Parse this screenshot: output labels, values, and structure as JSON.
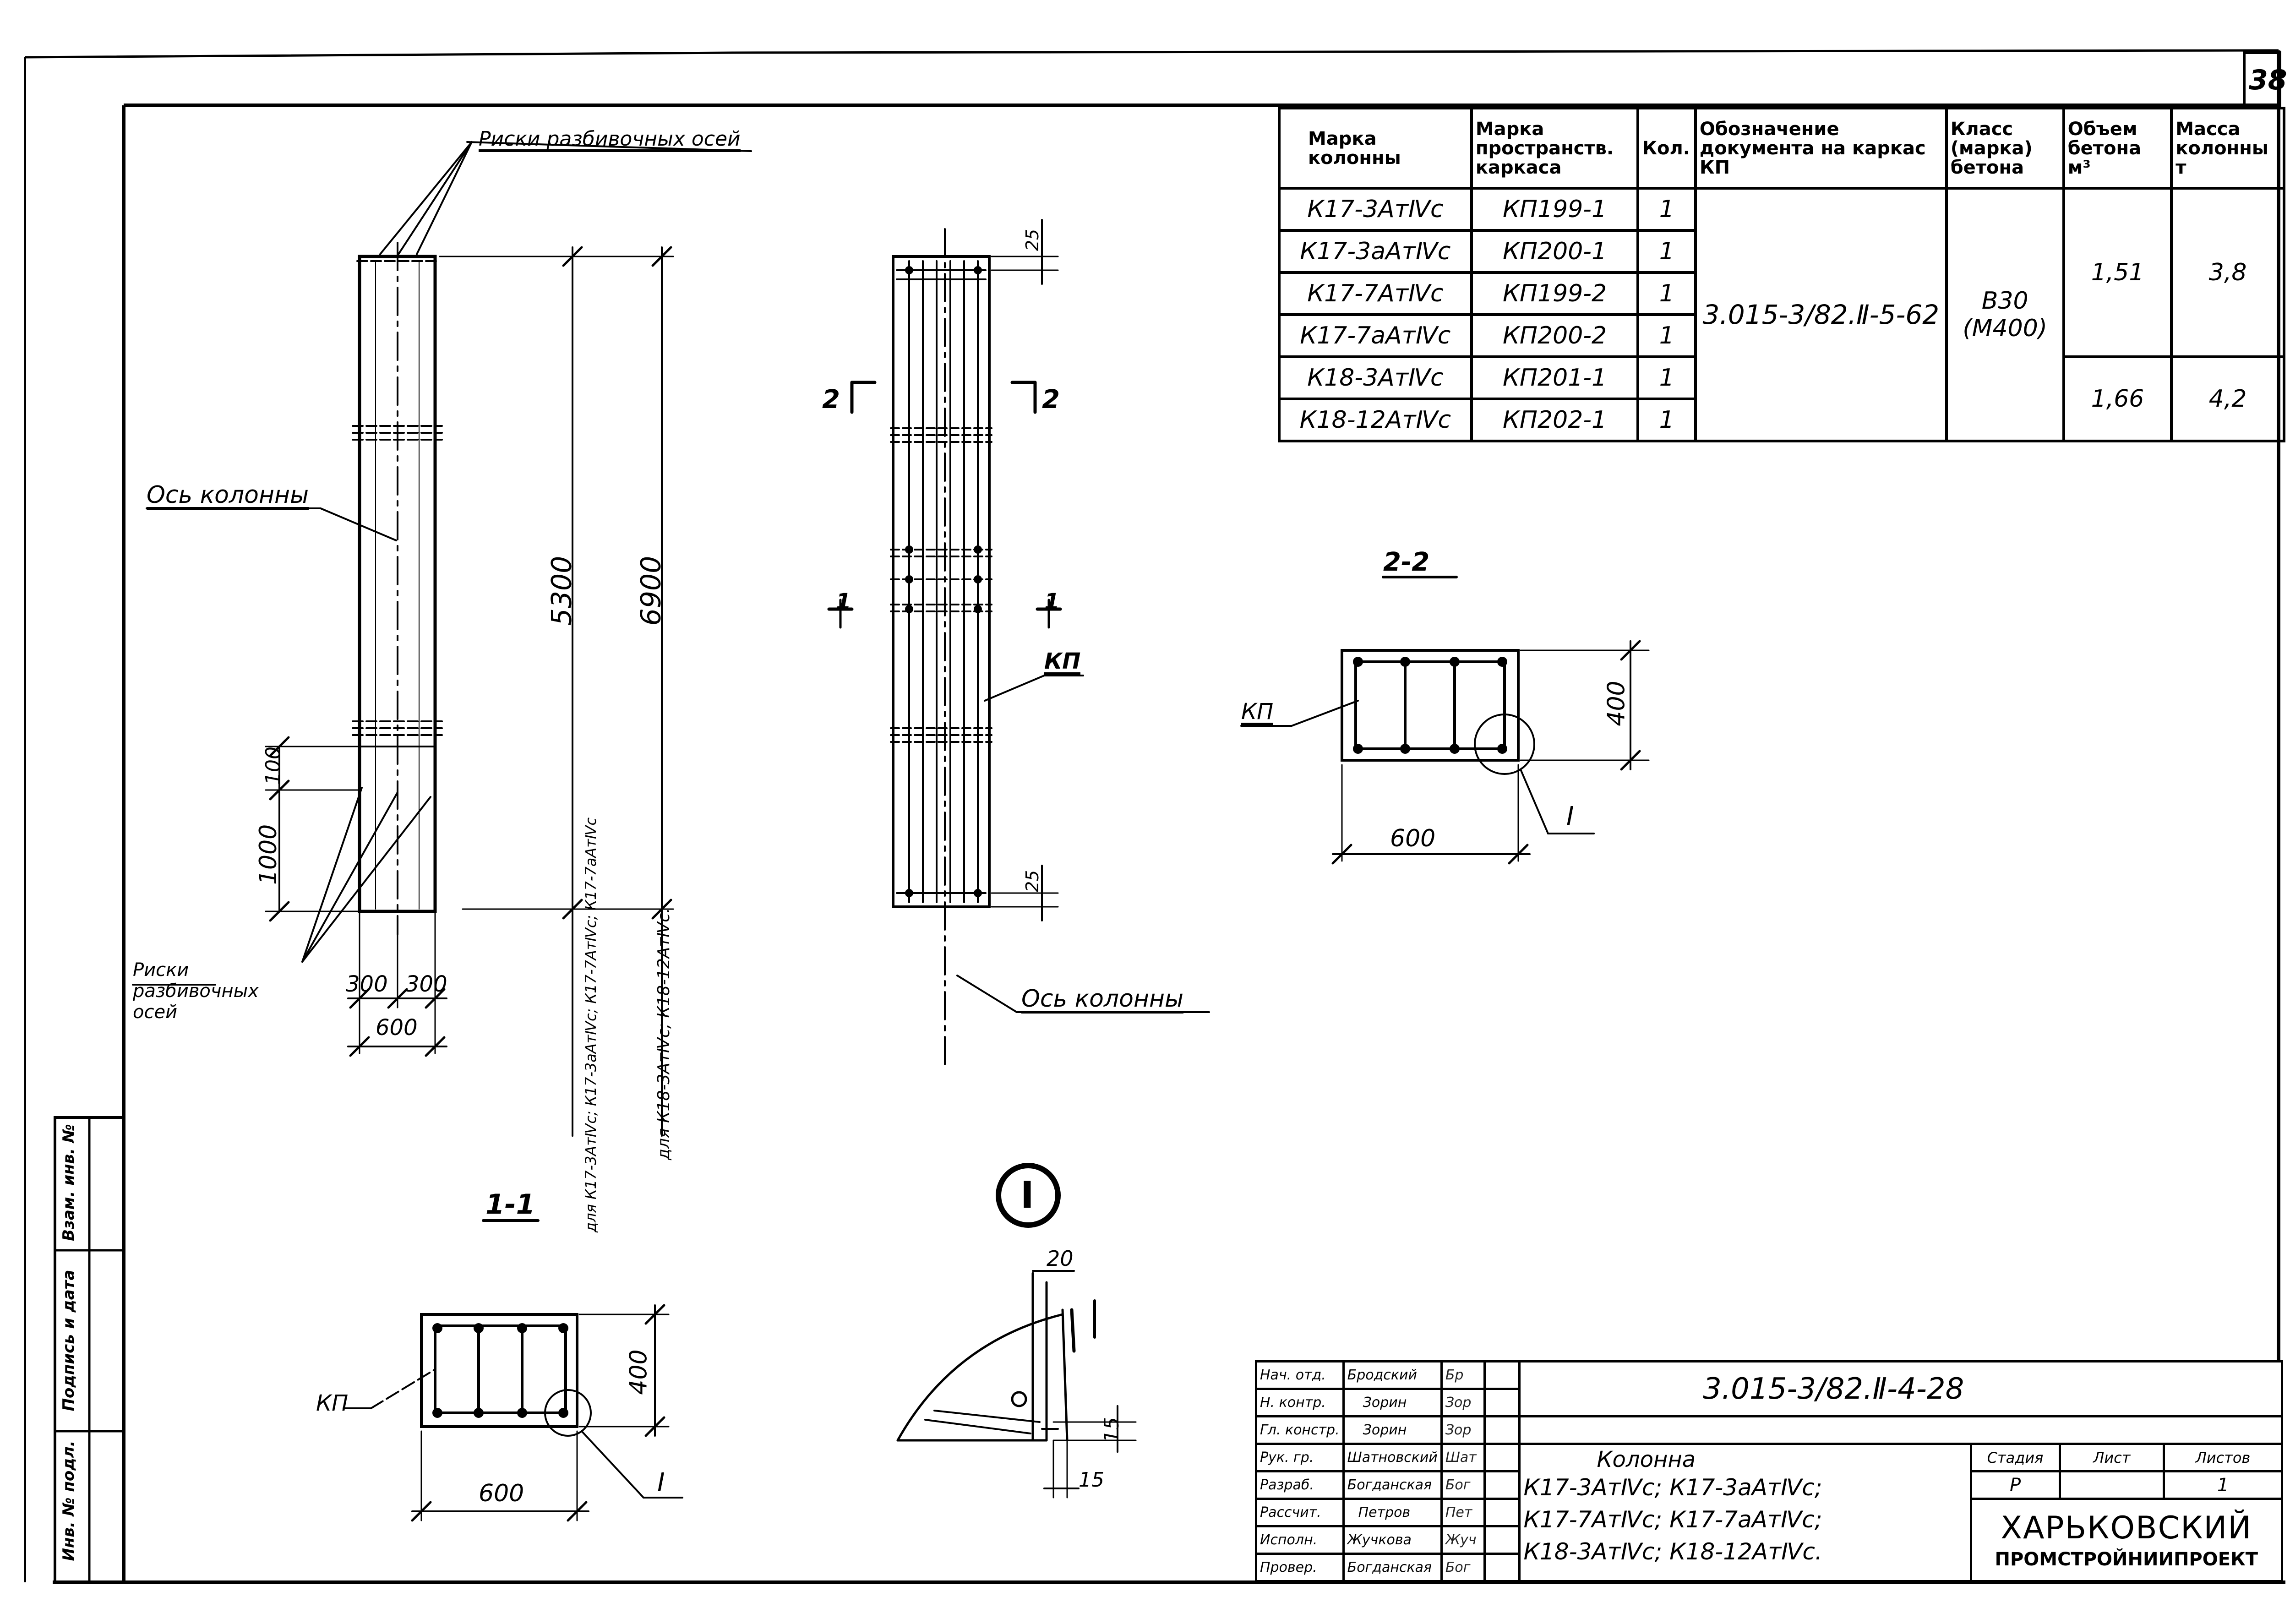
{
  "sheet_number": "38",
  "spec_table": {
    "headers": [
      "Марка колонны",
      "Марка пространств. каркаса",
      "Кол.",
      "Обозначение документа на каркас КП",
      "Класс (марка) бетона",
      "Объем бетона м³",
      "Масса колонны т"
    ],
    "rows": [
      {
        "col": "К17-3АтⅣс",
        "frame": "КП199-1",
        "qty": "1"
      },
      {
        "col": "К17-3аАтⅣс",
        "frame": "КП200-1",
        "qty": "1"
      },
      {
        "col": "К17-7АтⅣс",
        "frame": "КП199-2",
        "qty": "1"
      },
      {
        "col": "К17-7аАтⅣс",
        "frame": "КП200-2",
        "qty": "1"
      },
      {
        "col": "К18-3АтⅣс",
        "frame": "КП201-1",
        "qty": "1"
      },
      {
        "col": "К18-12АтⅣс",
        "frame": "КП202-1",
        "qty": "1"
      }
    ],
    "doc": "3.015-3/82.Ⅱ-5-62",
    "concrete_class": "В30",
    "concrete_grade": "(М400)",
    "volume_1": "1,51",
    "mass_1": "3,8",
    "volume_2": "1,66",
    "mass_2": "4,2"
  },
  "drawing": {
    "label_axis_marks_top": "Риски разбивочных осей",
    "label_column_axis": "Ось колонны",
    "label_axis_marks_bottom": "Риски разбивочных осей",
    "dim_5300": "5300",
    "dim_6900": "6900",
    "dim_100": "100",
    "dim_1000": "1000",
    "dim_300_left": "300",
    "dim_300_right": "300",
    "dim_600_elev": "600",
    "note_k17": "для К17-3АтⅣс; К17-3аАтⅣс; К17-7АтⅣс; К17-7аАтⅣс",
    "note_k18": "для К18-3АтⅣс; К18-12АтⅣс.",
    "dim_25_top": "25",
    "dim_25_bottom": "25",
    "cut_2_left": "2",
    "cut_2_right": "2",
    "cut_1_left": "1",
    "cut_1_right": "1",
    "label_kp_elev": "КП",
    "label_column_axis_2": "Ось колонны",
    "section_2_title": "2-2",
    "section_2_kp": "КП",
    "section_2_dim_400": "400",
    "section_2_dim_600": "600",
    "section_2_node": "I",
    "section_1_title": "1-1",
    "section_1_kp": "КП",
    "section_1_dim_400": "400",
    "section_1_dim_600": "600",
    "section_1_node": "I",
    "node_title": "I",
    "node_dim_20": "20",
    "node_dim_15a": "15",
    "node_dim_15b": "15"
  },
  "side_stamp": [
    "Инв. № подл.",
    "Подпись и дата",
    "Взам. инв. №"
  ],
  "stamp": {
    "roles": [
      "Нач. отд.",
      "Н. контр.",
      "Гл. констр.",
      "Рук. гр.",
      "Разраб.",
      "Рассчит.",
      "Исполн.",
      "Провер."
    ],
    "names": [
      "Бродский",
      "Зорин",
      "Зорин",
      "Шатновский",
      "Богданская",
      "Петров",
      "Жучкова",
      "Богданская"
    ],
    "signatures": [
      "Бр",
      "Зор",
      "Зор",
      "Шат",
      "Бог",
      "Пет",
      "Жуч",
      "Бог"
    ],
    "code": "3.015-3/82.Ⅱ-4-28",
    "title_1": "Колонна",
    "title_2": "К17-3АтⅣс; К17-3аАтⅣс;",
    "title_3": "К17-7АтⅣс; К17-7аАтⅣс;",
    "title_4": "К18-3АтⅣс; К18-12АтⅣс.",
    "stage_label": "Стадия",
    "sheet_label": "Лист",
    "sheets_label": "Листов",
    "stage": "Р",
    "sheet": "",
    "sheets": "1",
    "org_1": "ХАРЬКОВСКИЙ",
    "org_2": "ПРОМСТРОЙНИИПРОЕКТ"
  }
}
